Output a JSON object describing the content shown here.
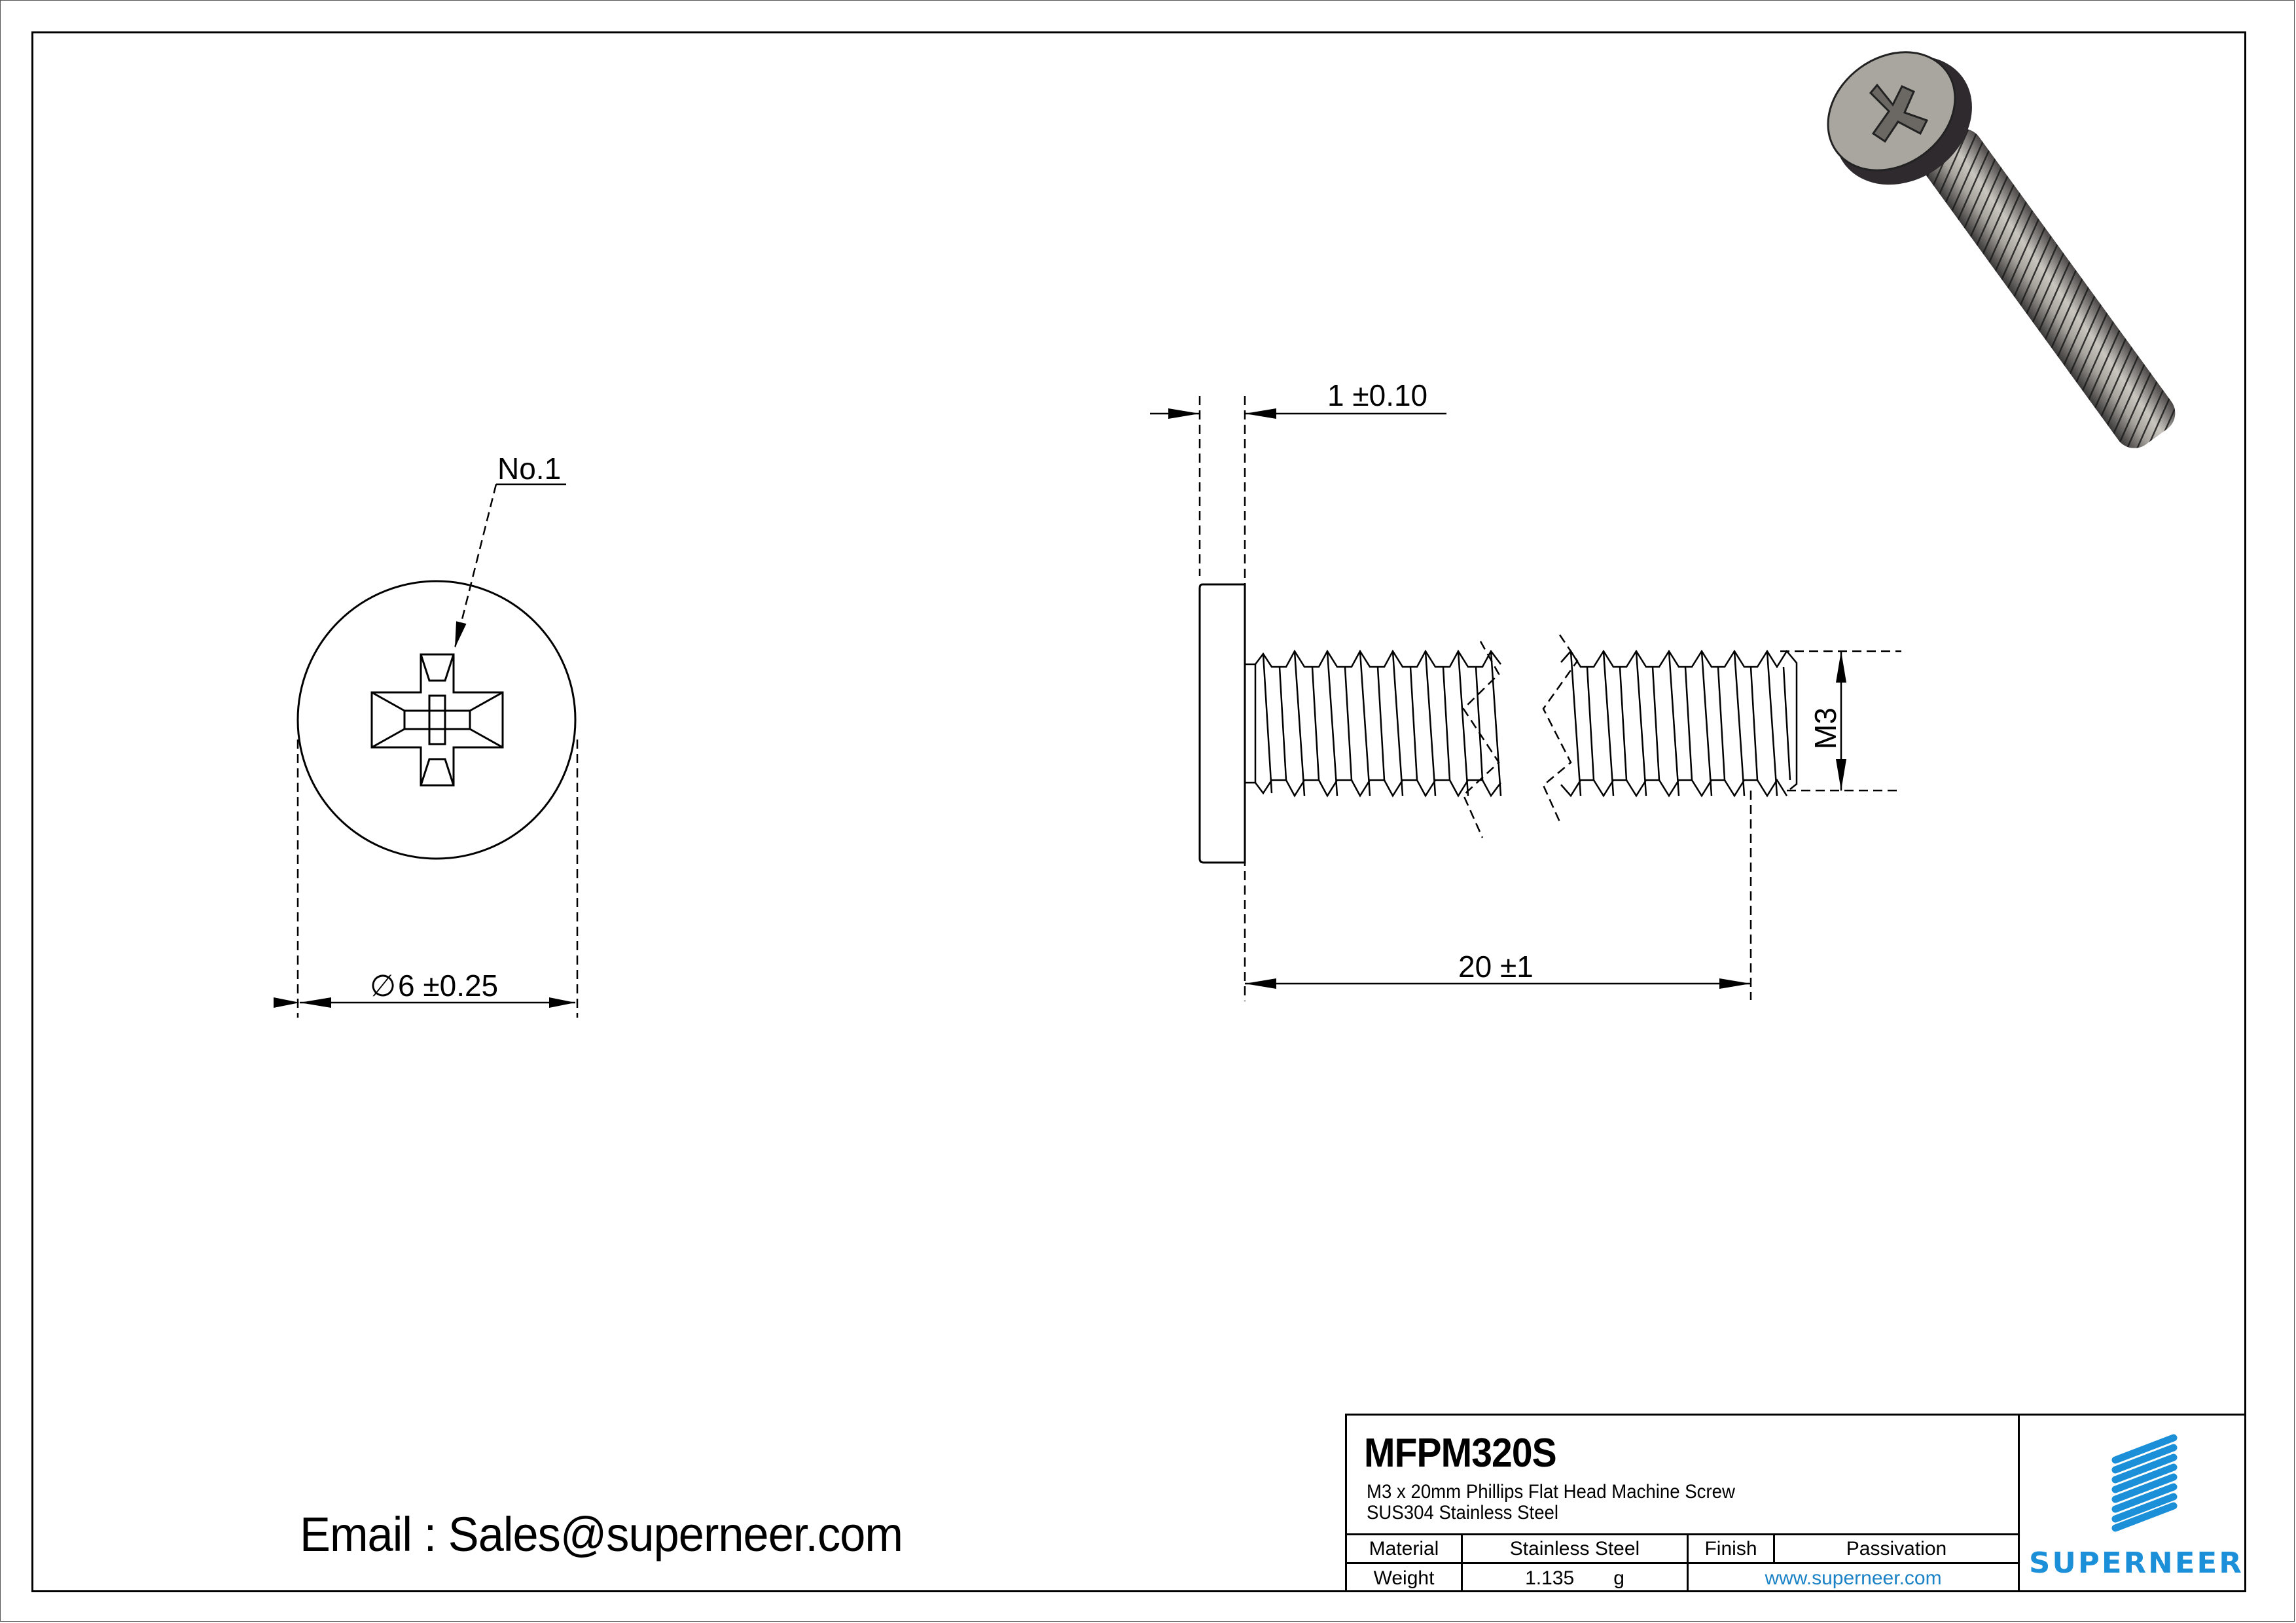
{
  "drawing": {
    "top_view": {
      "callout_label": "No.1",
      "diameter_symbol": "∅",
      "diameter_dimension": "6 ±0.25"
    },
    "side_view": {
      "head_height_dimension": "1 ±0.10",
      "length_dimension": "20 ±1",
      "thread_dimension": "M3"
    },
    "iso_view": {
      "description": "3D rendered screw image"
    }
  },
  "contact": {
    "email_text": "Email : Sales@superneer.com"
  },
  "title_block": {
    "part_number": "MFPM320S",
    "description_line1": "M3 x 20mm Phillips Flat Head Machine Screw",
    "description_line2": "SUS304 Stainless Steel",
    "material_label": "Material",
    "material_value": "Stainless Steel",
    "finish_label": "Finish",
    "finish_value": "Passivation",
    "weight_label": "Weight",
    "weight_value": "1.135",
    "weight_unit": "g",
    "website": "www.superneer.com",
    "logo_text": "SUPERNEER",
    "brand_color": "#1b90d8",
    "link_color": "#1b82c6"
  }
}
